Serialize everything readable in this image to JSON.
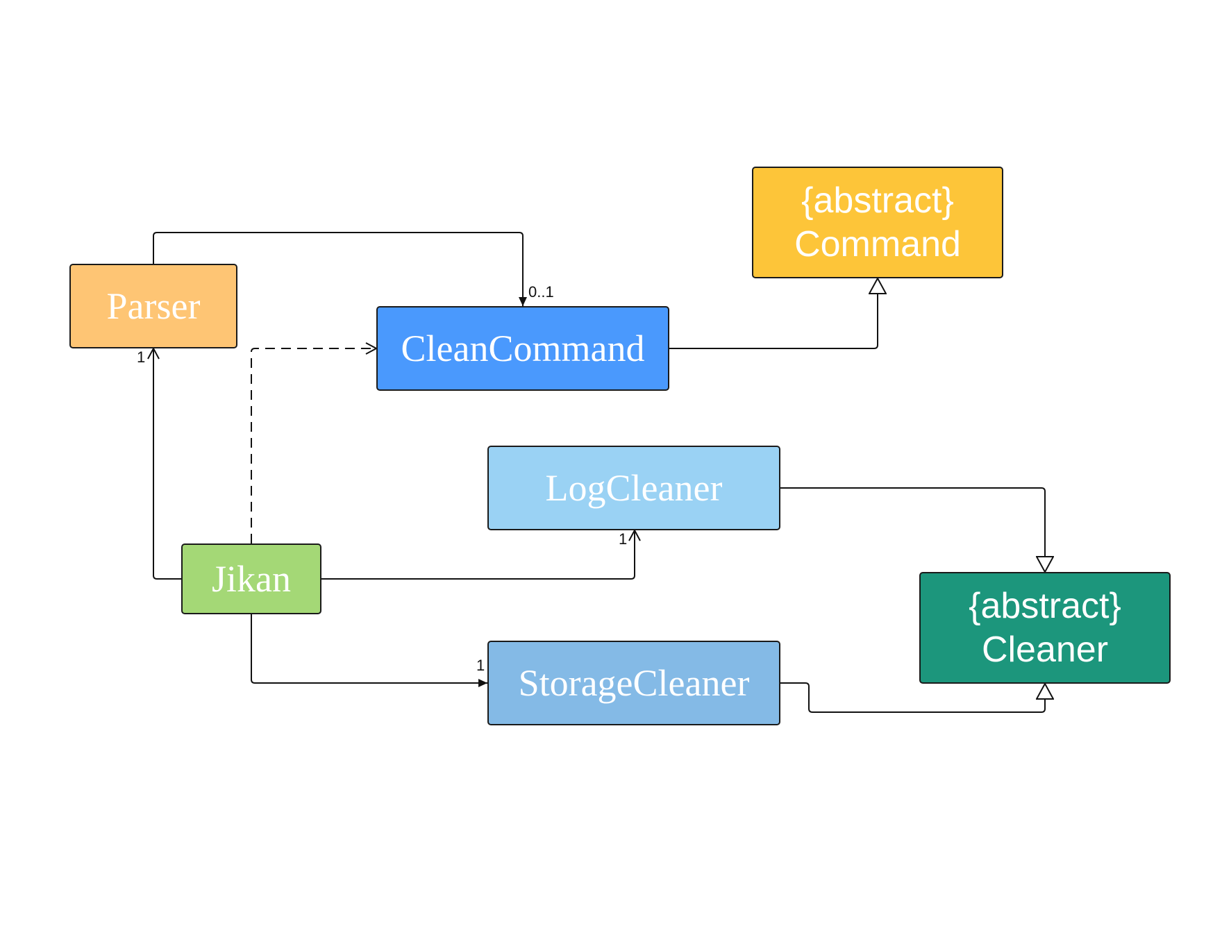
{
  "classes": {
    "parser": {
      "label": "Parser",
      "color": "#fec574"
    },
    "clean_command": {
      "label": "CleanCommand",
      "color": "#4a99fd"
    },
    "command": {
      "stereotype": "{abstract}",
      "label": "Command",
      "color": "#fdc539"
    },
    "log_cleaner": {
      "label": "LogCleaner",
      "color": "#9ad2f4"
    },
    "jikan": {
      "label": "Jikan",
      "color": "#a4d876"
    },
    "storage_cleaner": {
      "label": "StorageCleaner",
      "color": "#84bae6"
    },
    "cleaner": {
      "stereotype": "{abstract}",
      "label": "Cleaner",
      "color": "#1c967c"
    }
  },
  "multiplicities": {
    "parser_to_clean_command": "0..1",
    "jikan_to_parser": "1",
    "jikan_to_log_cleaner": "1",
    "jikan_to_storage_cleaner": "1"
  },
  "relations": [
    {
      "from": "Parser",
      "to": "CleanCommand",
      "kind": "association"
    },
    {
      "from": "Jikan",
      "to": "Parser",
      "kind": "association"
    },
    {
      "from": "Jikan",
      "to": "CleanCommand",
      "kind": "dependency"
    },
    {
      "from": "Jikan",
      "to": "LogCleaner",
      "kind": "association"
    },
    {
      "from": "Jikan",
      "to": "StorageCleaner",
      "kind": "association"
    },
    {
      "from": "CleanCommand",
      "to": "Command",
      "kind": "generalization"
    },
    {
      "from": "LogCleaner",
      "to": "Cleaner",
      "kind": "generalization"
    },
    {
      "from": "StorageCleaner",
      "to": "Cleaner",
      "kind": "generalization"
    }
  ]
}
